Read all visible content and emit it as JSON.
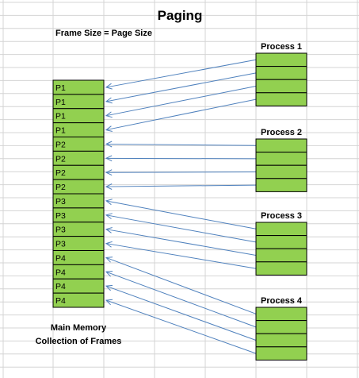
{
  "title": "Paging",
  "subtitle": "Frame Size = Page Size",
  "main_memory": {
    "label_line1": "Main Memory",
    "label_line2": "Collection of Frames",
    "frames": [
      "P1",
      "P1",
      "P1",
      "P1",
      "P2",
      "P2",
      "P2",
      "P2",
      "P3",
      "P3",
      "P3",
      "P3",
      "P4",
      "P4",
      "P4",
      "P4"
    ]
  },
  "processes": [
    {
      "name": "Process 1",
      "pages": 4
    },
    {
      "name": "Process 2",
      "pages": 4
    },
    {
      "name": "Process 3",
      "pages": 4
    },
    {
      "name": "Process 4",
      "pages": 4
    }
  ],
  "colors": {
    "frame_fill": "#92d050",
    "arrow": "#4f81bd",
    "grid": "#d4d4d4"
  }
}
